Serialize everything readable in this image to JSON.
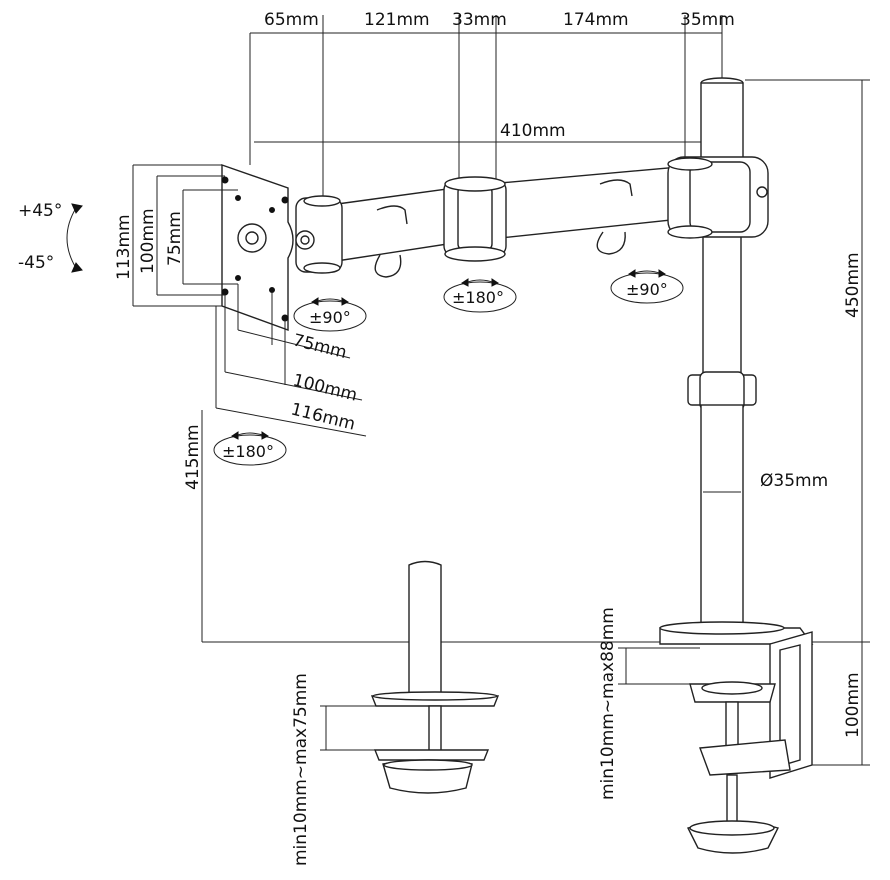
{
  "top_dims": {
    "d1": "65mm",
    "d2": "121mm",
    "d3": "33mm",
    "d4": "174mm",
    "d5": "35mm",
    "total": "410mm"
  },
  "vesa_left": {
    "h113": "113mm",
    "h100": "100mm",
    "h75": "75mm"
  },
  "vesa_bottom": {
    "w75": "75mm",
    "w100": "100mm",
    "w116": "116mm"
  },
  "tilt": {
    "up": "+45°",
    "down": "-45°"
  },
  "rotations": {
    "head_swivel": "±90°",
    "mid_joint": "±180°",
    "pole_joint": "±90°",
    "rotation": "±180°"
  },
  "heights": {
    "max_height": "415mm",
    "pole_height": "450mm",
    "clamp_height": "100mm"
  },
  "pole": {
    "diameter": "Ø35mm"
  },
  "clamps": {
    "grommet_range": "min10mm~max75mm",
    "desk_clamp_range": "min10mm~max88mm"
  }
}
